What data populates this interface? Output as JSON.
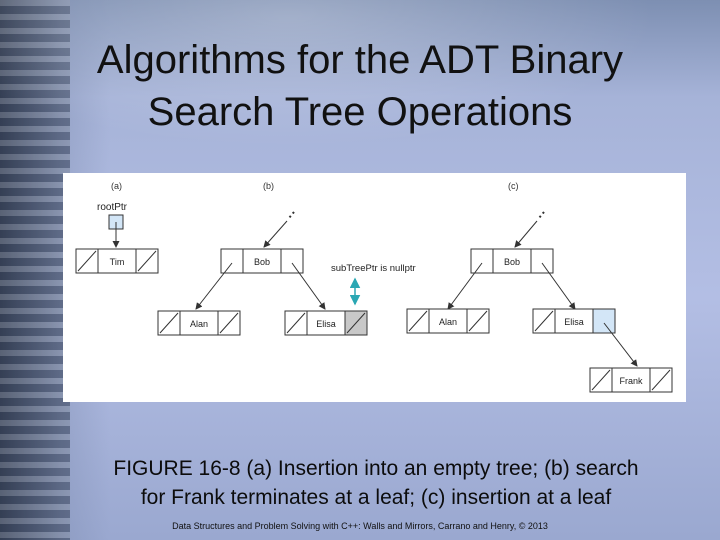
{
  "slide": {
    "title_line1": "Algorithms for the ADT Binary",
    "title_line2": "Search Tree Operations",
    "caption_line1": "FIGURE 16-8 (a) Insertion into an empty tree; (b) search",
    "caption_line2": "for Frank terminates at a leaf; (c) insertion at a leaf",
    "footer": "Data Structures and Problem Solving with C++: Walls and Mirrors, Carrano and Henry, © 2013"
  },
  "figure": {
    "panel_a": {
      "label": "(a)",
      "pointer_label": "rootPtr",
      "node": "Tim"
    },
    "panel_b": {
      "label": "(b)",
      "root": "Bob",
      "left": "Alan",
      "right": "Elisa",
      "annotation": "subTreePtr is nullptr"
    },
    "panel_c": {
      "label": "(c)",
      "root": "Bob",
      "left": "Alan",
      "right": "Elisa",
      "inserted": "Frank"
    },
    "colors": {
      "highlight": "#d3e6f7",
      "shaded": "#c8c8c8",
      "arrow_teal": "#2aa7b3"
    }
  }
}
